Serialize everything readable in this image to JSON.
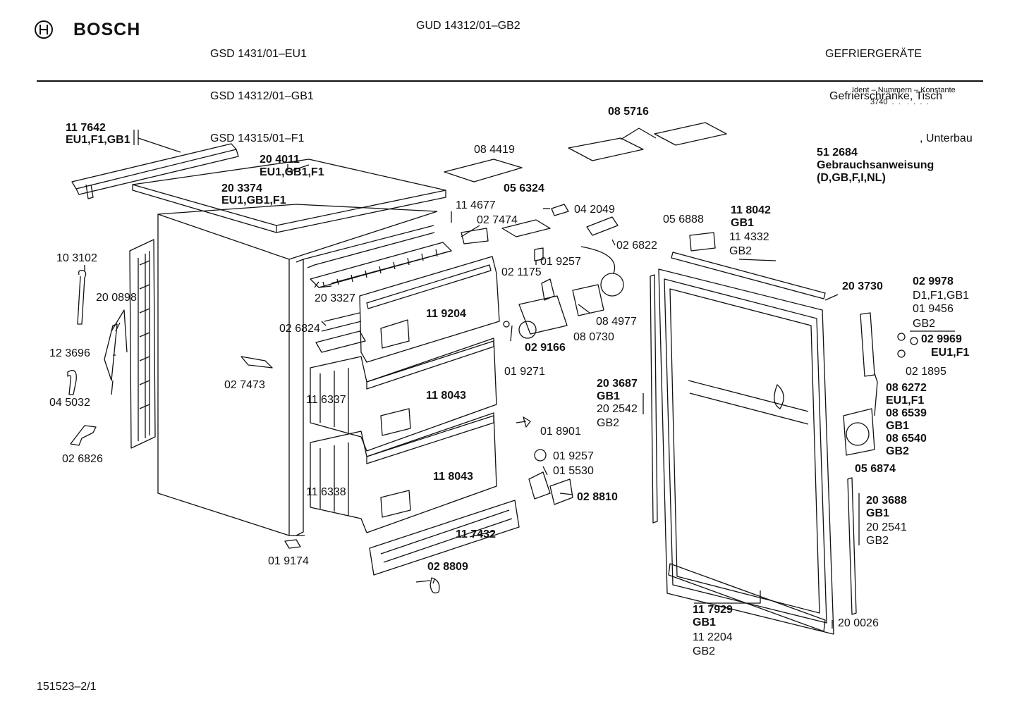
{
  "header": {
    "brand": "BOSCH",
    "models_left": [
      "GSD 1431/01–EU1",
      "GSD 14312/01–GB1",
      "GSD 14315/01–F1"
    ],
    "model_mid": "GUD 14312/01–GB2",
    "category": [
      "GEFRIERGERÄTE",
      "Gefrierschränke, Tisch",
      ", Unterbau"
    ],
    "ident": "Ident – Nummern – Konstante",
    "ident_code": "3740  .  .   .  .  .  ."
  },
  "footer": {
    "doc_id": "151523–2/1"
  },
  "callouts": [
    {
      "t": "11 7642",
      "b": true
    },
    {
      "t": "EU1,F1,GB1",
      "b": true
    },
    {
      "t": "20 4011",
      "b": true
    },
    {
      "t": "EU1,GB1,F1",
      "b": true
    },
    {
      "t": "20 3374",
      "b": true
    },
    {
      "t": "EU1,GB1,F1",
      "b": true
    },
    {
      "t": "10 3102",
      "b": false
    },
    {
      "t": "20 0898",
      "b": false
    },
    {
      "t": "12 3696",
      "b": false
    },
    {
      "t": "04 5032",
      "b": false
    },
    {
      "t": "02 6826",
      "b": false
    },
    {
      "t": "02 7473",
      "b": false
    },
    {
      "t": "20 3327",
      "b": false
    },
    {
      "t": "02 6824",
      "b": false
    },
    {
      "t": "11 4677",
      "b": false
    },
    {
      "t": "11 6337",
      "b": false
    },
    {
      "t": "11 6338",
      "b": false
    },
    {
      "t": "01 9174",
      "b": false
    },
    {
      "t": "11 9204",
      "b": true
    },
    {
      "t": "11 8043",
      "b": true
    },
    {
      "t": "11 8043",
      "b": true
    },
    {
      "t": "11 7432",
      "b": true
    },
    {
      "t": "02 8809",
      "b": true
    },
    {
      "t": "08 4419",
      "b": false
    },
    {
      "t": "05 6324",
      "b": true
    },
    {
      "t": "02 7474",
      "b": false
    },
    {
      "t": "04 2049",
      "b": false
    },
    {
      "t": "02 6822",
      "b": false
    },
    {
      "t": "01 9257",
      "b": false
    },
    {
      "t": "02 1175",
      "b": false
    },
    {
      "t": "08 4977",
      "b": false
    },
    {
      "t": "08 0730",
      "b": false
    },
    {
      "t": "02 9166",
      "b": true
    },
    {
      "t": "01 9271",
      "b": false
    },
    {
      "t": "01 8901",
      "b": false
    },
    {
      "t": "01 9257",
      "b": false
    },
    {
      "t": "01 5530",
      "b": false
    },
    {
      "t": "02 8810",
      "b": true
    },
    {
      "t": "08 5716",
      "b": true
    },
    {
      "t": "51 2684",
      "b": true
    },
    {
      "t": "Gebrauchsanweisung",
      "b": true
    },
    {
      "t": "(D,GB,F,I,NL)",
      "b": true
    },
    {
      "t": "05 6888",
      "b": false
    },
    {
      "t": "11 8042",
      "b": true
    },
    {
      "t": "GB1",
      "b": true
    },
    {
      "t": "11 4332",
      "b": false
    },
    {
      "t": "GB2",
      "b": false
    },
    {
      "t": "20 3730",
      "b": true
    },
    {
      "t": "02 9978",
      "b": true
    },
    {
      "t": "D1,F1,GB1",
      "b": false
    },
    {
      "t": "01 9456",
      "b": false
    },
    {
      "t": "GB2",
      "b": false
    },
    {
      "t": "02 9969",
      "b": true
    },
    {
      "t": "EU1,F1",
      "b": true
    },
    {
      "t": "02 1895",
      "b": false
    },
    {
      "t": "08 6272",
      "b": true
    },
    {
      "t": "EU1,F1",
      "b": true
    },
    {
      "t": "08 6539",
      "b": true
    },
    {
      "t": "GB1",
      "b": true
    },
    {
      "t": "08 6540",
      "b": true
    },
    {
      "t": "GB2",
      "b": true
    },
    {
      "t": "05 6874",
      "b": true
    },
    {
      "t": "20 3687",
      "b": true
    },
    {
      "t": "GB1",
      "b": true
    },
    {
      "t": "20 2542",
      "b": false
    },
    {
      "t": "GB2",
      "b": false
    },
    {
      "t": "20 3688",
      "b": true
    },
    {
      "t": "GB1",
      "b": true
    },
    {
      "t": "20 2541",
      "b": false
    },
    {
      "t": "GB2",
      "b": false
    },
    {
      "t": "11 7929",
      "b": true
    },
    {
      "t": "GB1",
      "b": true
    },
    {
      "t": "11 2204",
      "b": false
    },
    {
      "t": "GB2",
      "b": false
    },
    {
      "t": "20 0026",
      "b": false
    }
  ]
}
